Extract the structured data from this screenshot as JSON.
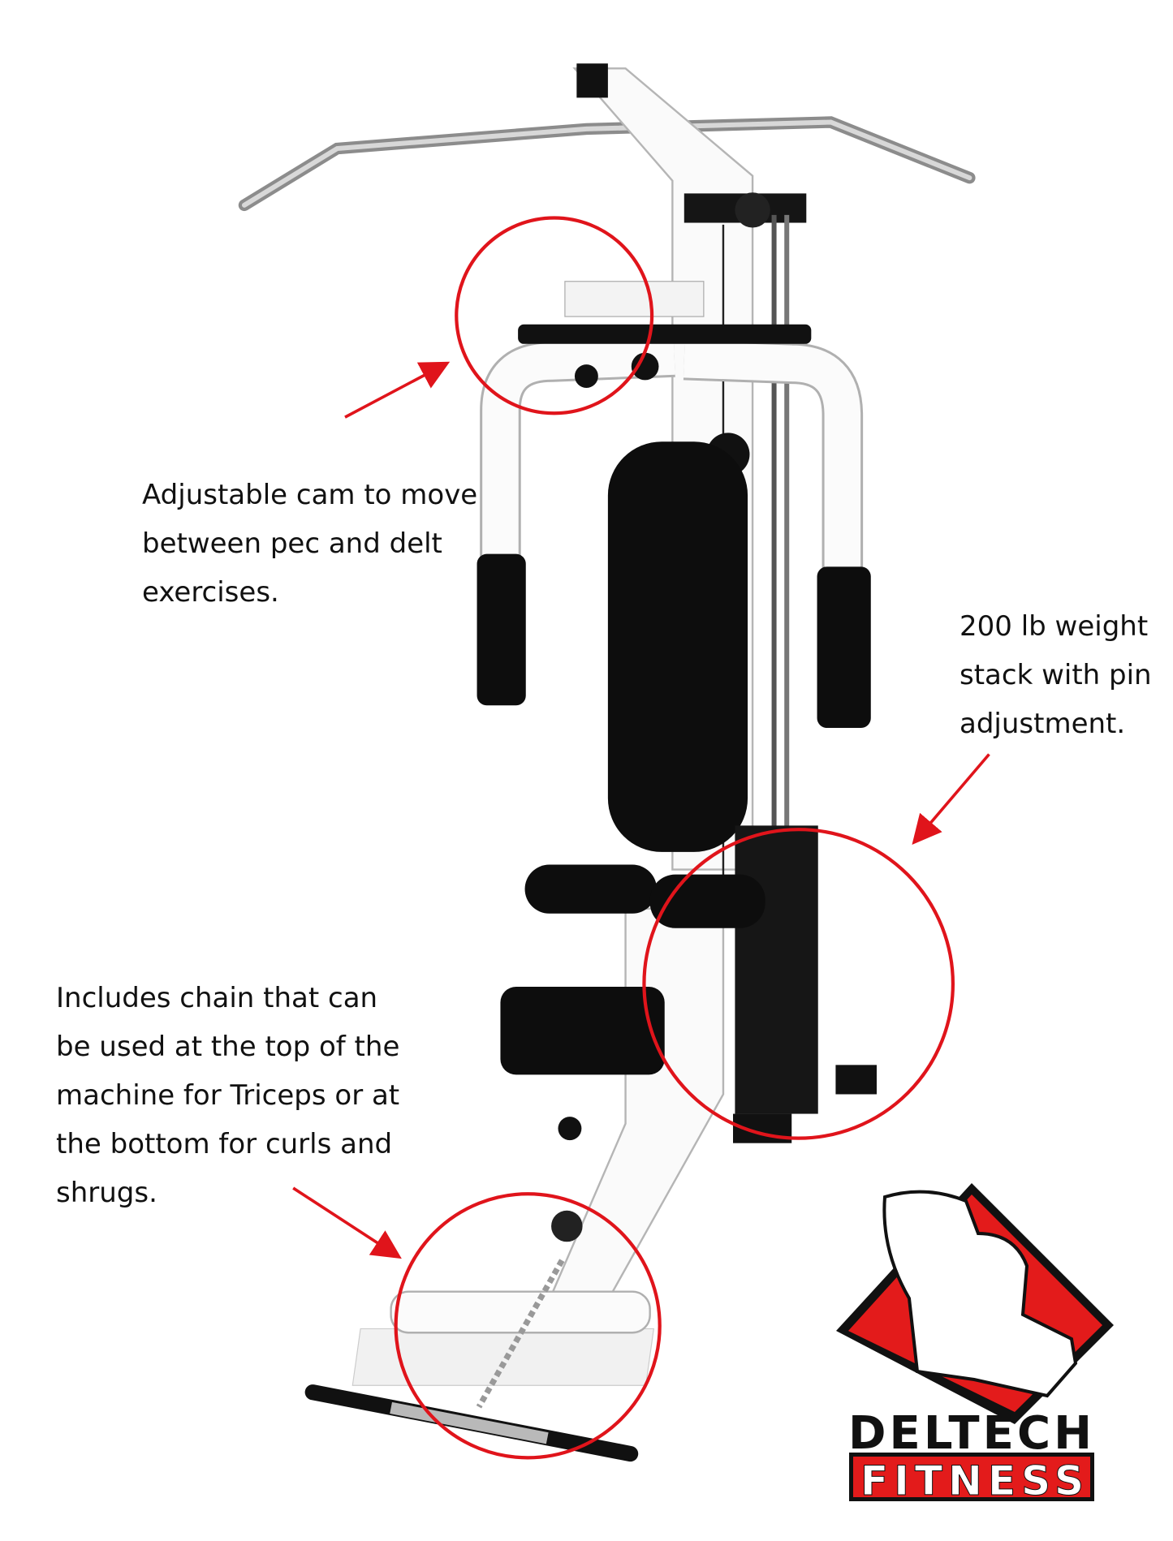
{
  "annotations": [
    {
      "id": "cam",
      "text": "Adjustable cam to move\nbetween pec and delt\nexercises."
    },
    {
      "id": "stack",
      "text": "200 lb weight\nstack with pin\nadjustment."
    },
    {
      "id": "chain",
      "text": "Includes chain that can\nbe used at the top of the\nmachine for Triceps or at\nthe bottom for curls and\nshrugs."
    }
  ],
  "logo": {
    "line1": "DELTECH",
    "line2": "FITNESS"
  },
  "colors": {
    "highlight": "#e0141b",
    "logo_red": "#e31b1b",
    "pad": "#0d0d0d"
  }
}
